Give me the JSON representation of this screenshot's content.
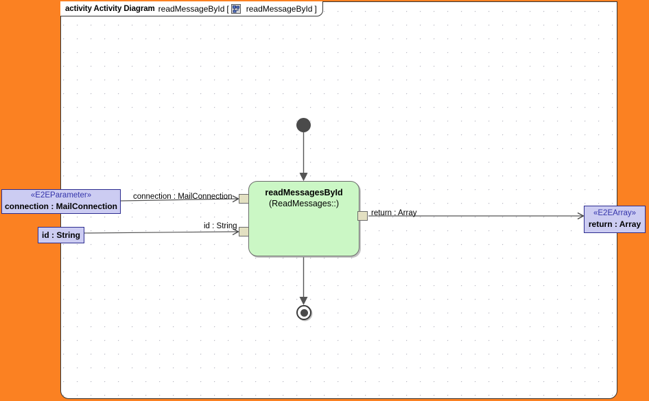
{
  "canvas": {
    "background_color": "#FB8122",
    "frame_background": "#ffffff",
    "grid": "dotted"
  },
  "frame_header": {
    "keyword": "activity Activity Diagram",
    "diagram_name": "readMessageById",
    "bracket_open": "[",
    "bracket_close": "]",
    "referenced_element": "readMessageById",
    "icon": "activity-diagram-icon"
  },
  "nodes": {
    "initial": {
      "name": "initial-node",
      "shape": "filled-circle",
      "color": "#4a4a4a"
    },
    "final": {
      "name": "activity-final-node",
      "shape": "circle-in-circle",
      "color": "#4a4a4a"
    },
    "action": {
      "name": "readMessagesById",
      "behavior": "(ReadMessages::)",
      "fill_color": "#CBF7C5",
      "border_color": "#6b6b6b"
    }
  },
  "pins": [
    {
      "name": "pin-connection",
      "fill_color": "#E3E0C2"
    },
    {
      "name": "pin-id",
      "fill_color": "#E3E0C2"
    },
    {
      "name": "pin-return",
      "fill_color": "#E3E0C2"
    }
  ],
  "parameters": {
    "connection": {
      "stereotype": "«E2EParameter»",
      "label": "connection : MailConnection",
      "fill_color": "#CCCCF2",
      "border_color": "#2b2b8f"
    },
    "id": {
      "stereotype": "",
      "label": "id : String",
      "fill_color": "#CCCCF2",
      "border_color": "#2b2b8f"
    },
    "return": {
      "stereotype": "«E2EArray»",
      "label": "return : Array",
      "fill_color": "#CCCCF2",
      "border_color": "#2b2b8f"
    }
  },
  "edges": [
    {
      "name": "edge-connection",
      "label": "connection : MailConnection"
    },
    {
      "name": "edge-id",
      "label": "id : String"
    },
    {
      "name": "edge-return",
      "label": "return : Array"
    },
    {
      "name": "edge-control-in",
      "label": ""
    },
    {
      "name": "edge-control-out",
      "label": ""
    }
  ]
}
